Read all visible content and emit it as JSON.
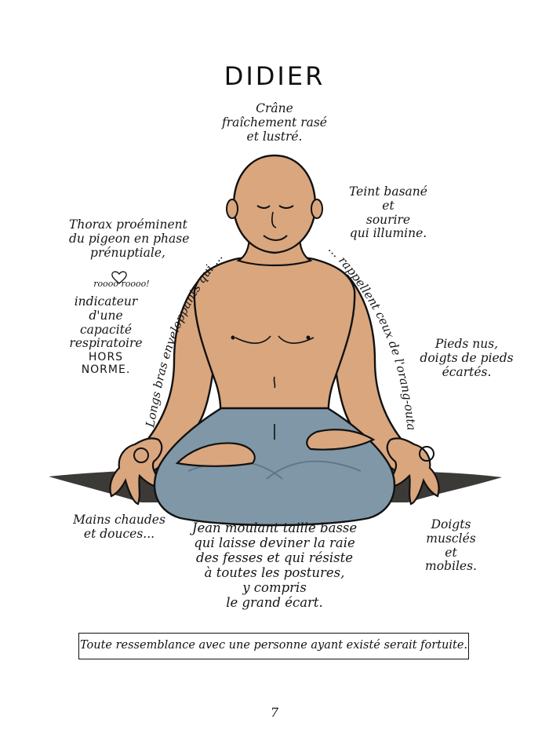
{
  "title": "DIDIER",
  "notes": {
    "skull": [
      "Crâne",
      "fraîchement rasé",
      "et lustré."
    ],
    "complexion": [
      "Teint basané",
      "et",
      "sourire",
      "qui illumine."
    ],
    "thorax": [
      "Thorax proéminent",
      "du pigeon en phase",
      "prénuptiale,"
    ],
    "heart_line": "roooo roooo!",
    "indicator": [
      "indicateur",
      "d'une",
      "capacité",
      "respiratoire"
    ],
    "indicator_caps": [
      "HORS",
      "NORME."
    ],
    "arms_left": "Longs bras enveloppants qui ...",
    "arms_right": "... rappellent ceux de l'orang-outan!",
    "feet": [
      "Pieds nus,",
      "doigts de pieds",
      "écartés."
    ],
    "hands": [
      "Mains chaudes",
      "et douces..."
    ],
    "jeans": [
      "Jean moulant taille basse",
      "qui laisse deviner la raie",
      "des fesses et qui résiste",
      "à toutes les postures,",
      "y compris",
      "le grand écart."
    ],
    "fingers": [
      "Doigts",
      "musclés",
      "et",
      "mobiles."
    ]
  },
  "disclaimer": "Toute ressemblance avec une personne ayant existé serait fortuite.",
  "page_number": "7",
  "colors": {
    "skin": "#d9a67e",
    "skin_shadow": "#c48c63",
    "jeans": "#7f97a6",
    "jeans_dark": "#5f7786",
    "floor": "#3c3a36",
    "ink": "#111111"
  }
}
